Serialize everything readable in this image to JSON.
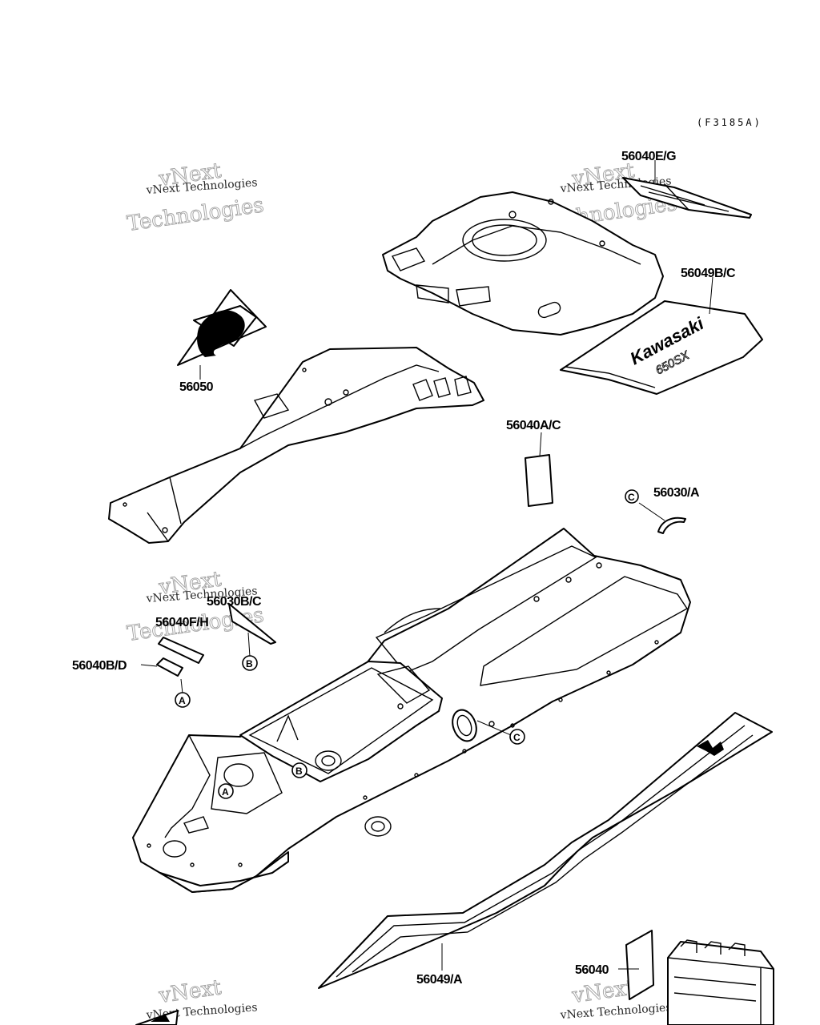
{
  "figure_code": "(F3185A)",
  "watermark": {
    "line1": "vNext",
    "line2": "vNext Technologies",
    "line3": "Technologies"
  },
  "parts": {
    "p56040eg": "56040E/G",
    "p56049bc": "56049B/C",
    "p56050": "56050",
    "p56040ac": "56040A/C",
    "p56030a": "56030/A",
    "p56030bc": "56030B/C",
    "p56040fh": "56040F/H",
    "p56040bd": "56040B/D",
    "p56049a": "56049/A",
    "p56040": "56040"
  },
  "callouts": {
    "a": "A",
    "b": "B",
    "c": "C"
  },
  "decal_text": {
    "brand": "Kawasaki",
    "model": "650SX"
  }
}
